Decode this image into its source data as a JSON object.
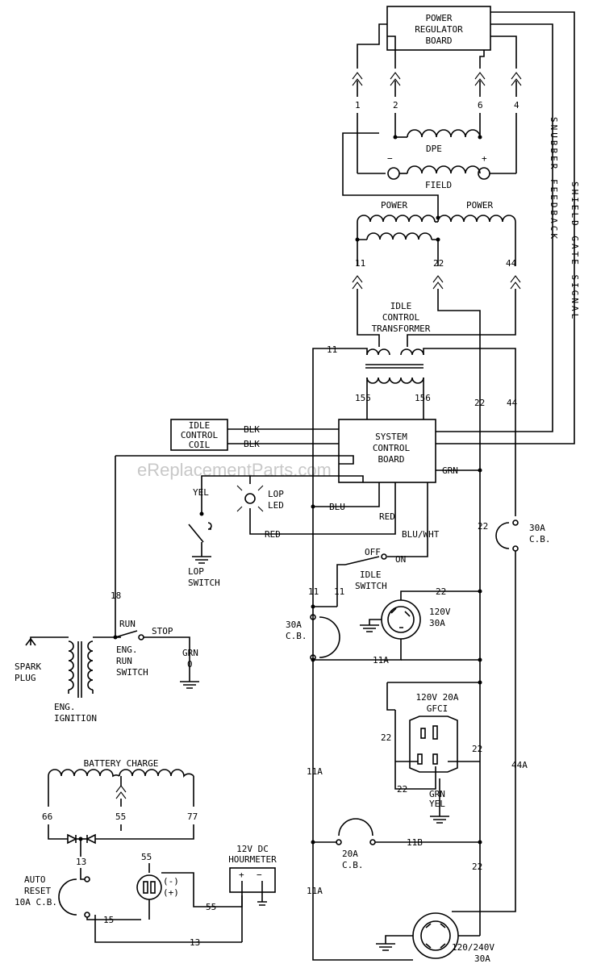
{
  "watermark": "eReplacementParts.com",
  "components": {
    "power_regulator_board": [
      "POWER",
      "REGULATOR",
      "BOARD"
    ],
    "dpe": "DPE",
    "field": "FIELD",
    "field_minus": "−",
    "field_plus": "+",
    "power_left": "POWER",
    "power_right": "POWER",
    "idle_control_transformer": [
      "IDLE",
      "CONTROL",
      "TRANSFORMER"
    ],
    "system_control_board": [
      "SYSTEM",
      "CONTROL",
      "BOARD"
    ],
    "idle_control_coil": [
      "IDLE",
      "CONTROL",
      "COIL"
    ],
    "lop_led": [
      "LOP",
      "LED"
    ],
    "lop_switch": [
      "LOP",
      "SWITCH"
    ],
    "idle_switch": [
      "IDLE",
      "SWITCH"
    ],
    "receptacle_120v_30a": [
      "120V",
      "30A"
    ],
    "gfci": [
      "120V  20A",
      "GFCI"
    ],
    "grn_yel": [
      "GRN",
      "YEL"
    ],
    "cb_30a_left": [
      "30A",
      "C.B."
    ],
    "cb_30a_right": [
      "30A",
      "C.B."
    ],
    "cb_20a": [
      "20A",
      "C.B."
    ],
    "eng_run_switch": [
      "ENG.",
      "RUN",
      "SWITCH"
    ],
    "eng_ignition": [
      "ENG.",
      "IGNITION"
    ],
    "spark_plug": [
      "SPARK",
      "PLUG"
    ],
    "battery_charge": "BATTERY CHARGE",
    "auto_reset": [
      "AUTO",
      "RESET",
      "10A C.B."
    ],
    "hourmeter": [
      "12V DC",
      "HOURMETER"
    ],
    "receptacle_120_240v": [
      "120/240V",
      "30A"
    ],
    "snubber_feedback": "SNUBBER   FEEDBACK",
    "shield_gate_signal": "SHIELD   GATE   SIGNAL"
  },
  "labels": {
    "yel": "YEL",
    "blk1": "BLK",
    "blk2": "BLK",
    "grn": "GRN",
    "blu": "BLU",
    "red1": "RED",
    "red2": "RED",
    "blu_wht": "BLU/WHT",
    "off": "OFF",
    "on": "ON",
    "run": "RUN",
    "stop": "STOP",
    "grn0": [
      "GRN",
      "0"
    ],
    "minus_paren": "(-)",
    "plus_paren": "(+)",
    "hm_minus": "−",
    "hm_plus": "+"
  },
  "wires": {
    "w1": "1",
    "w2": "2",
    "w6": "6",
    "w4": "4",
    "w11a": "11",
    "w22a": "22",
    "w44a": "44",
    "w11b": "11",
    "w155": "155",
    "w156": "156",
    "w22b": "22",
    "w44b": "44",
    "w22c": "22",
    "w18": "18",
    "w11c": "11",
    "w11d": "11",
    "w22d": "22",
    "w11A_1": "11A",
    "w22e": "22",
    "w22f": "22",
    "w22g": "22",
    "w11A_2": "11A",
    "w44A": "44A",
    "w11B": "11B",
    "w22h": "22",
    "w11A_3": "11A",
    "w66": "66",
    "w55a": "55",
    "w77": "77",
    "w13a": "13",
    "w55b": "55",
    "w15": "15",
    "w55c": "55",
    "w13b": "13"
  }
}
